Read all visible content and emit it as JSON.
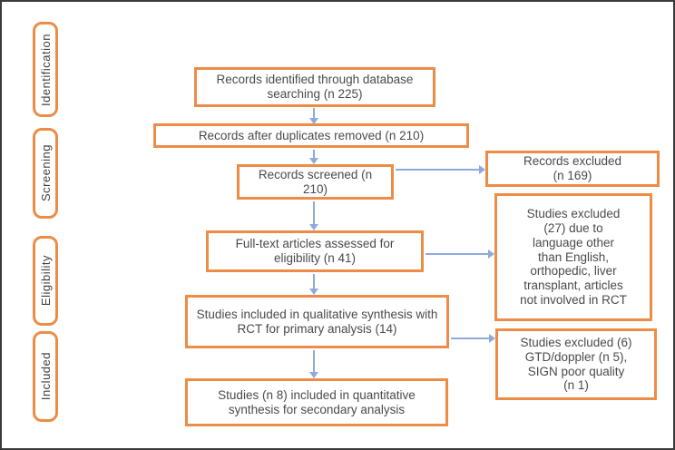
{
  "diagram_type": "PRISMA flow diagram",
  "stages": [
    {
      "label": "Identification"
    },
    {
      "label": "Screening"
    },
    {
      "label": "Eligibility"
    },
    {
      "label": "Included"
    }
  ],
  "flow": {
    "records_identified": "Records identified through database searching (n 225)",
    "duplicates_removed": "Records after duplicates removed (n 210)",
    "records_screened": "Records screened (n\n210)",
    "fulltext_assessed": "Full-text articles assessed for eligibility (n 41)",
    "qualitative_synthesis": "Studies included in qualitative synthesis with RCT for primary analysis (14)",
    "quantitative_synthesis": "Studies (n 8) included in quantitative synthesis for secondary analysis"
  },
  "exclusions": {
    "records_excluded": "Records excluded\n(n 169)",
    "studies_excluded_27": "Studies excluded\n(27) due to\nlanguage other\nthan English,\northopedic, liver\ntransplant, articles\nnot involved in RCT",
    "studies_excluded_6": "Studies excluded (6)\nGTD/doppler (n 5),\nSIGN poor quality\n(n 1)"
  },
  "colors": {
    "box_border": "#ed8c47",
    "arrow": "#8eaadb",
    "text": "#4a4a4a",
    "frame_border": "#3a3a3a",
    "background": "#ffffff"
  }
}
